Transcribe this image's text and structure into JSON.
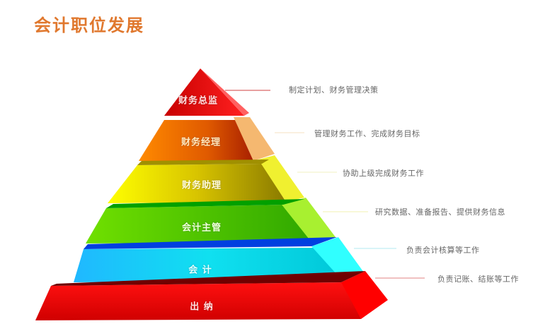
{
  "title": {
    "text": "会计职位发展",
    "color": "#e0782e"
  },
  "tiers": [
    {
      "label": "财务总监",
      "description": "制定计划、财务管理决策",
      "color": "#e00000",
      "label_color": "#ffe0e0",
      "line_color": "#d04040"
    },
    {
      "label": "财务经理",
      "description": "管理财务工作、完成财务目标",
      "color": "#ef7a10",
      "label_color": "#ffe8c0",
      "line_color": "#f5d9b0"
    },
    {
      "label": "财务助理",
      "description": "协助上级完成财务工作",
      "color": "#e8e000",
      "label_color": "#fffbe0",
      "line_color": "#f0f0b0"
    },
    {
      "label": "会计主管",
      "description": "研究数据、准备报告、提供财务信息",
      "color": "#50c800",
      "label_color": "#f0ffe0",
      "line_color": "#f0f0a0"
    },
    {
      "label": "会  计",
      "description": "负责会计核算等工作",
      "color": "#10d8e8",
      "label_color": "#e8ffff",
      "line_color": "#a0e8f0"
    },
    {
      "label": "出  纳",
      "description": "负责记账、结账等工作",
      "color": "#ee0000",
      "label_color": "#ffe0e0",
      "line_color": "#e08080"
    }
  ]
}
